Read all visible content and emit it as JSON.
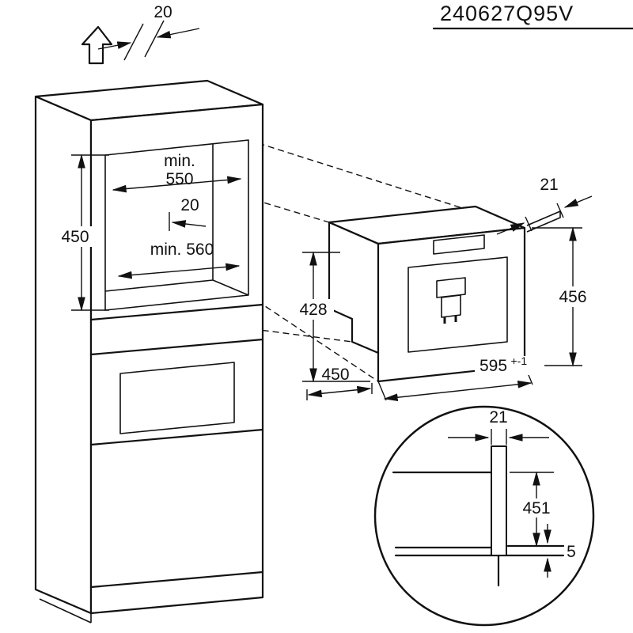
{
  "part_number": "240627Q95V",
  "cabinet": {
    "top_gap": "20",
    "niche_width_label": "min.",
    "niche_width": "550",
    "inner_gap": "20",
    "niche_height": "450",
    "niche_depth": "min. 560"
  },
  "appliance": {
    "overlap": "21",
    "total_height": "456",
    "body_height": "428",
    "body_depth": "450",
    "width": "595",
    "width_tolerance": "+-1"
  },
  "detail": {
    "panel_thickness": "21",
    "front_height": "451",
    "bottom_gap": "5"
  }
}
